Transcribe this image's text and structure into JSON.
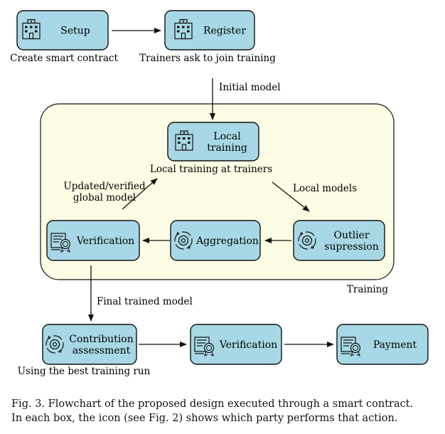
{
  "nodes": {
    "setup": {
      "lines": [
        "Setup"
      ],
      "icon": "building-icon",
      "sublabel": "Create smart contract"
    },
    "register": {
      "lines": [
        "Register"
      ],
      "icon": "building-icon",
      "sublabel": "Trainers ask to join training"
    },
    "local": {
      "lines": [
        "Local",
        "training"
      ],
      "icon": "building-icon",
      "sublabel": "Local training at trainers"
    },
    "outlier": {
      "lines": [
        "Outlier",
        "supression"
      ],
      "icon": "gear-cycle-icon"
    },
    "aggregation": {
      "lines": [
        "Aggregation"
      ],
      "icon": "gear-cycle-icon"
    },
    "verification1": {
      "lines": [
        "Verification"
      ],
      "icon": "certificate-icon"
    },
    "contribution": {
      "lines": [
        "Contribution",
        "assessment"
      ],
      "icon": "gear-cycle-icon",
      "sublabel": "Using the best training run"
    },
    "verification2": {
      "lines": [
        "Verification"
      ],
      "icon": "certificate-icon"
    },
    "payment": {
      "lines": [
        "Payment"
      ],
      "icon": "certificate-icon"
    }
  },
  "edges": {
    "initial_model": "Initial model",
    "local_models": "Local models",
    "updated_global": [
      "Updated/verified",
      "global model"
    ],
    "final_model": "Final trained model"
  },
  "group": {
    "label": "Training"
  },
  "caption": {
    "line1": "Fig. 3.  Flowchart of the proposed design executed through a smart contract.",
    "line2": "In each box, the icon (see Fig. 2) shows which party performs that action."
  },
  "colors": {
    "box_fill": "#a8d8e6",
    "group_fill": "#fdfce4",
    "stroke": "#111111"
  }
}
